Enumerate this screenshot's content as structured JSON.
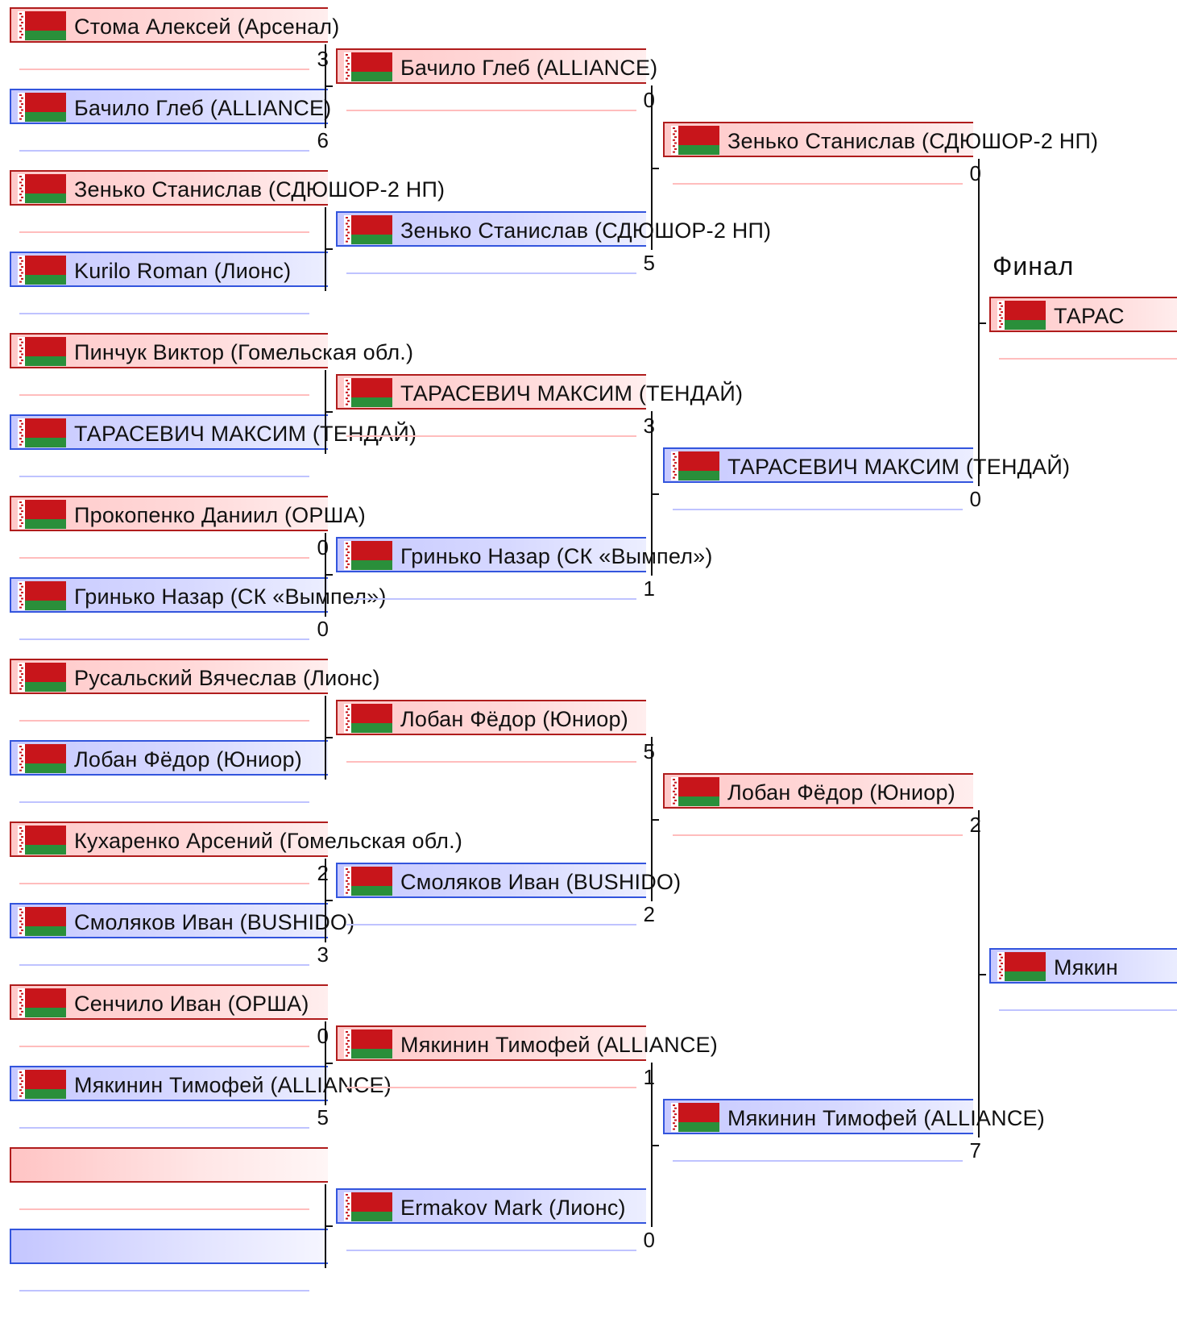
{
  "round_title": "Финал",
  "colors": {
    "red_border": "#b01c1c",
    "blue_border": "#3355dd",
    "red_fill": "#ffd0d0",
    "blue_fill": "#d0d2ff"
  },
  "flag_icon": "belarus-flag-icon",
  "round1": [
    {
      "red": "Стома Алексей (Арсенал)",
      "red_score": "3",
      "blue": "Бачило Глеб (ALLIANCE)",
      "blue_score": "6"
    },
    {
      "red": "Зенько Станислав (СДЮШОР-2 НП)",
      "red_score": "",
      "blue": "Kurilo Roman (Лионс)",
      "blue_score": ""
    },
    {
      "red": "Пинчук Виктор (Гомельская обл.)",
      "red_score": "",
      "blue": "ТАРАСЕВИЧ МАКСИМ (ТЕНДАЙ)",
      "blue_score": ""
    },
    {
      "red": "Прокопенко Даниил (ОРША)",
      "red_score": "0",
      "blue": "Гринько Назар (СК «Вымпел»)",
      "blue_score": "0"
    },
    {
      "red": "Русальский Вячеслав (Лионс)",
      "red_score": "",
      "blue": "Лобан Фёдор (Юниор)",
      "blue_score": ""
    },
    {
      "red": "Кухаренко Арсений (Гомельская обл.)",
      "red_score": "2",
      "blue": "Смоляков Иван (BUSHIDO)",
      "blue_score": "3"
    },
    {
      "red": "Сенчило Иван (ОРША)",
      "red_score": "0",
      "blue": "Мякинин Тимофей (ALLIANCE)",
      "blue_score": "5"
    },
    {
      "red": "",
      "red_score": "",
      "blue": "",
      "blue_score": ""
    }
  ],
  "round2": [
    {
      "red": "Бачило Глеб (ALLIANCE)",
      "red_score": "0",
      "blue": "Зенько Станислав (СДЮШОР-2 НП)",
      "blue_score": "5"
    },
    {
      "red": "ТАРАСЕВИЧ МАКСИМ (ТЕНДАЙ)",
      "red_score": "3",
      "blue": "Гринько Назар (СК «Вымпел»)",
      "blue_score": "1"
    },
    {
      "red": "Лобан Фёдор (Юниор)",
      "red_score": "5",
      "blue": "Смоляков Иван (BUSHIDO)",
      "blue_score": "2"
    },
    {
      "red": "Мякинин Тимофей (ALLIANCE)",
      "red_score": "1",
      "blue": "Ermakov Mark (Лионс)",
      "blue_score": "0"
    }
  ],
  "round3": [
    {
      "red": "Зенько Станислав (СДЮШОР-2 НП)",
      "red_score": "0",
      "blue": "ТАРАСЕВИЧ МАКСИМ (ТЕНДАЙ)",
      "blue_score": "0"
    },
    {
      "red": "Лобан Фёдор (Юниор)",
      "red_score": "2",
      "blue": "Мякинин Тимофей (ALLIANCE)",
      "blue_score": "7"
    }
  ],
  "final": {
    "red": "ТАРАС",
    "blue": "Мякин"
  }
}
